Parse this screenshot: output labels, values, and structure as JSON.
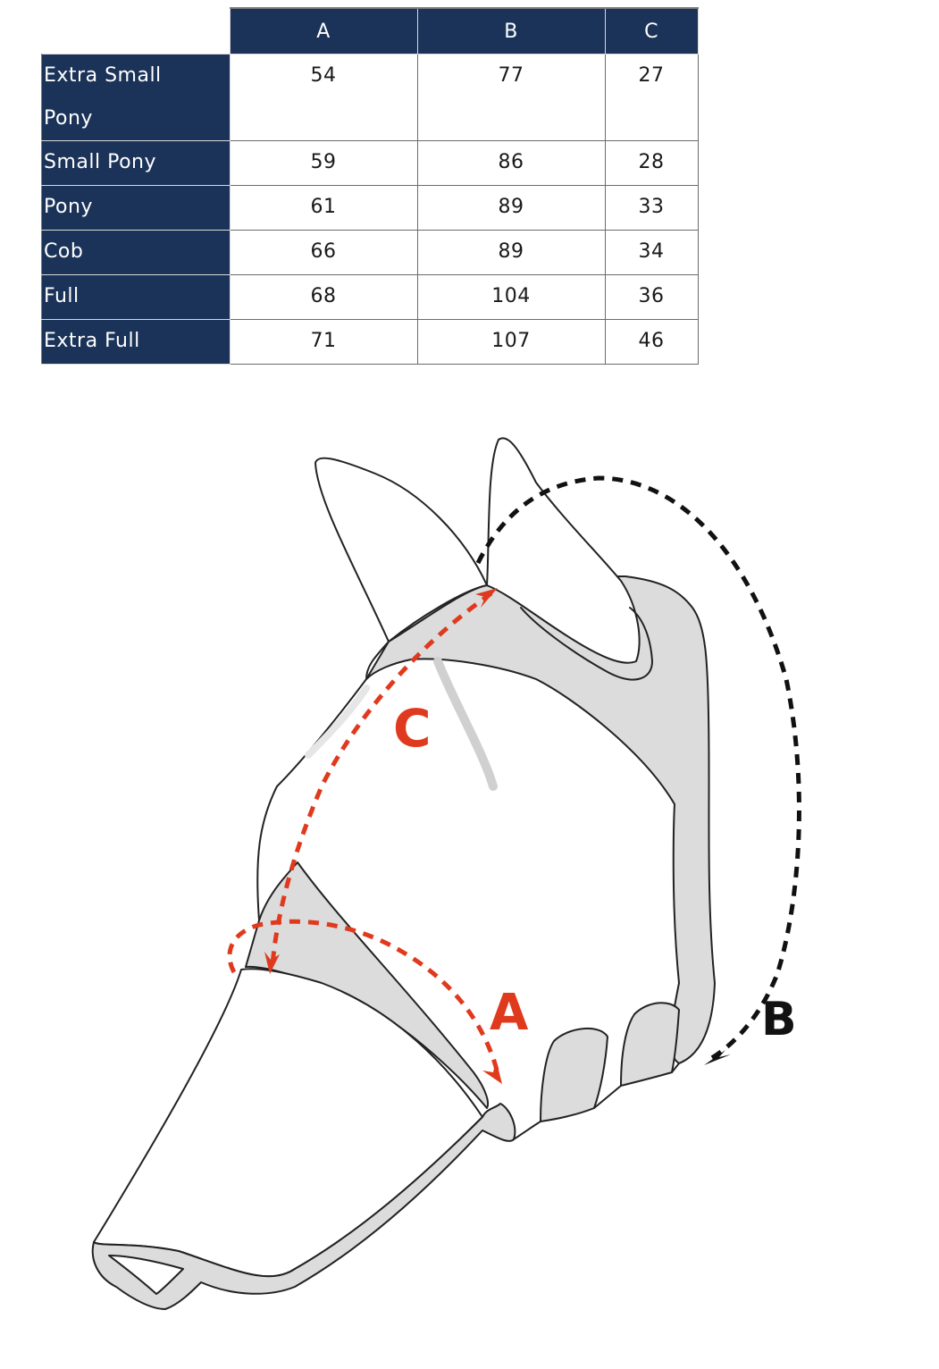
{
  "size_chart": {
    "columns": [
      "A",
      "B",
      "C"
    ],
    "rows": [
      {
        "size": "Extra Small Pony",
        "size_line1": "Extra Small",
        "size_line2": "Pony",
        "A": "54",
        "B": "77",
        "C": "27"
      },
      {
        "size": "Small Pony",
        "A": "59",
        "B": "86",
        "C": "28"
      },
      {
        "size": "Pony",
        "A": "61",
        "B": "89",
        "C": "33"
      },
      {
        "size": "Cob",
        "A": "66",
        "B": "89",
        "C": "34"
      },
      {
        "size": "Full",
        "A": "68",
        "B": "104",
        "C": "36"
      },
      {
        "size": "Extra Full",
        "A": "71",
        "B": "107",
        "C": "46"
      }
    ]
  },
  "diagram": {
    "subject": "horse fly mask measurement guide",
    "labels": {
      "a": "A",
      "b": "B",
      "c": "C"
    },
    "colors": {
      "header_bg": "#1b3358",
      "measure_red": "#e03a1e",
      "measure_black": "#111111",
      "mask_fill": "#dcdcdc",
      "outline": "#222222"
    }
  }
}
